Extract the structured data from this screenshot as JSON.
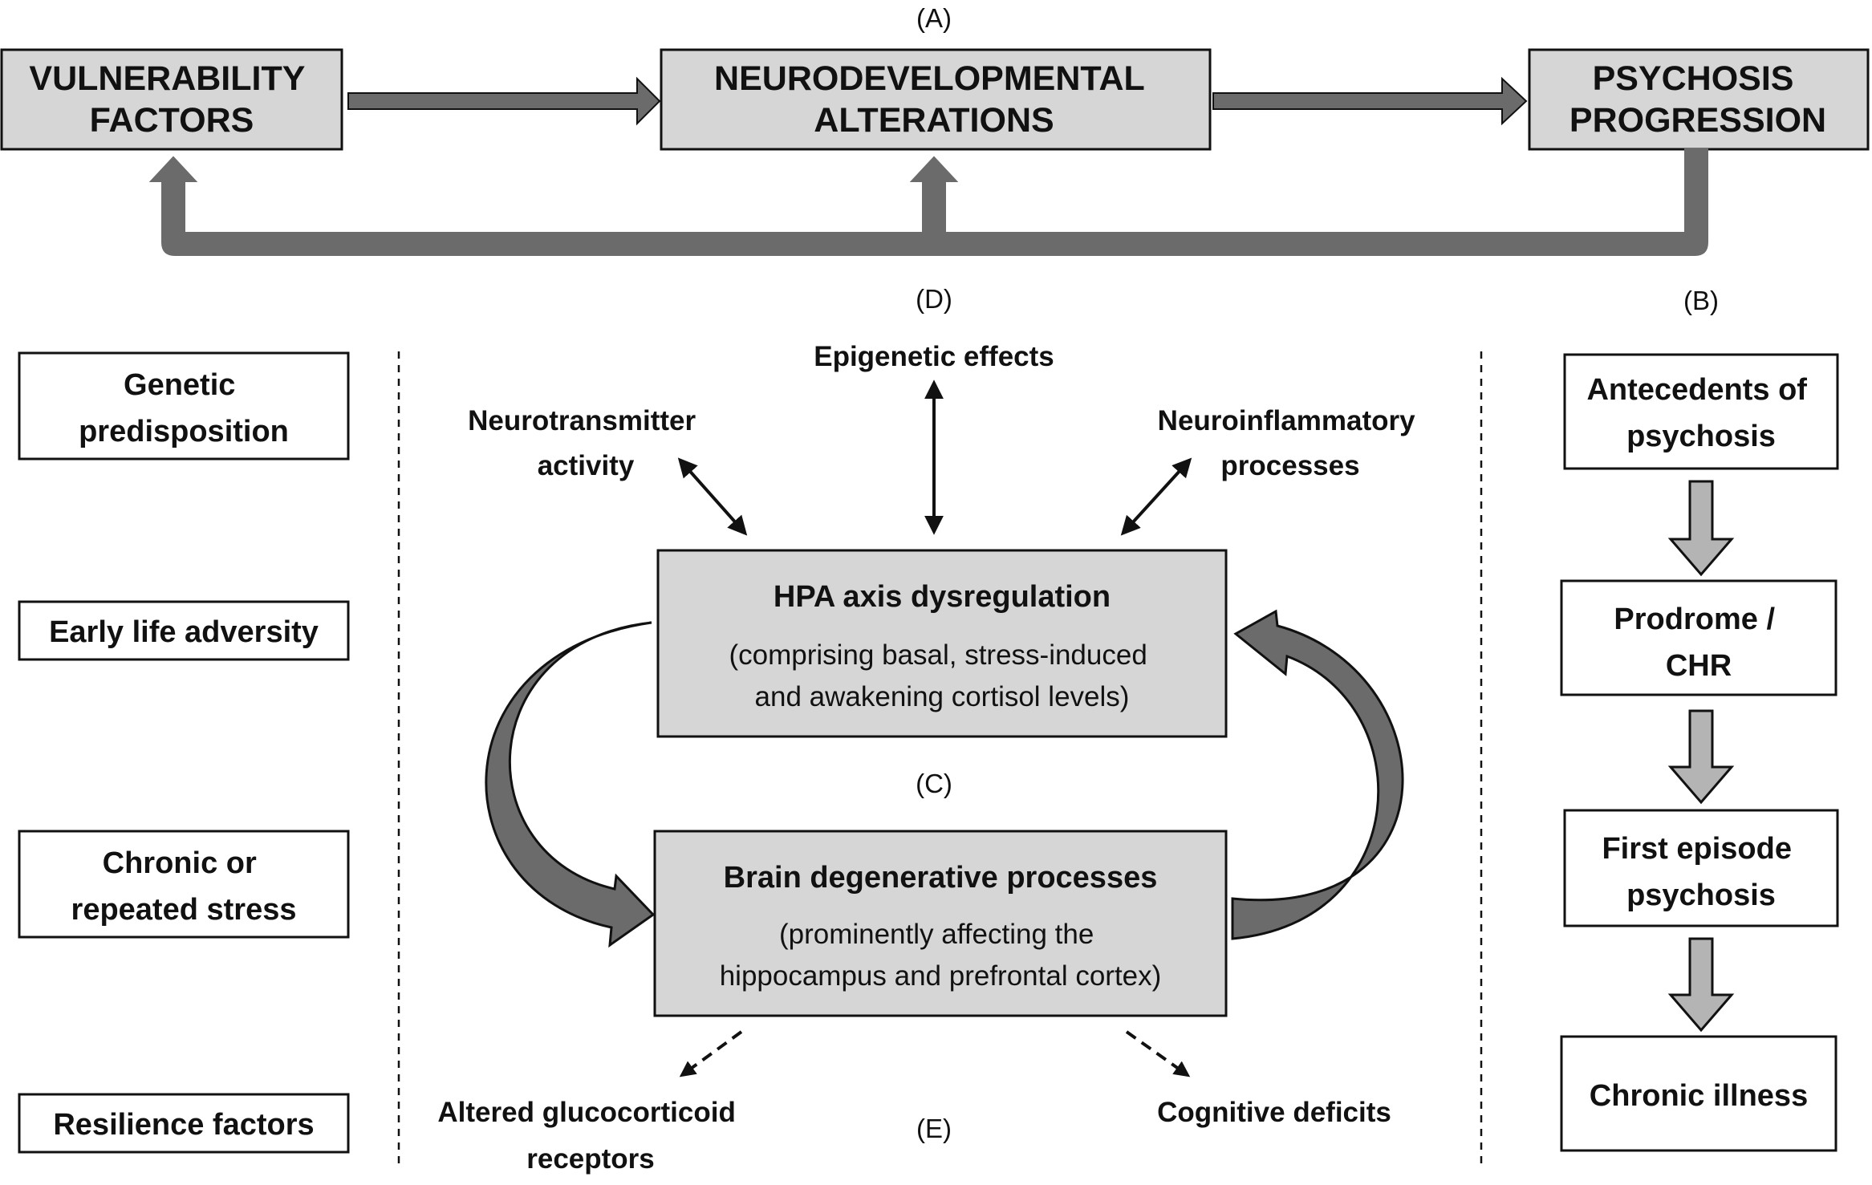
{
  "panel_labels": {
    "a": "(A)",
    "b": "(B)",
    "c": "(C)",
    "d": "(D)",
    "e": "(E)"
  },
  "top_row": {
    "vulnerability": [
      "VULNERABILITY",
      "FACTORS"
    ],
    "neurodevelopmental": [
      "NEURODEVELOPMENTAL",
      "ALTERATIONS"
    ],
    "psychosis": [
      "PSYCHOSIS",
      "PROGRESSION"
    ]
  },
  "left_column": {
    "genetic": [
      "Genetic",
      "predisposition"
    ],
    "early_life": [
      "Early life adversity"
    ],
    "stress": [
      "Chronic or",
      "repeated stress"
    ],
    "resilience": [
      "Resilience factors"
    ]
  },
  "center": {
    "epigenetic": [
      "Epigenetic effects"
    ],
    "neurotransmitter": [
      "Neurotransmitter",
      "activity"
    ],
    "neuroinflammatory": [
      "Neuroinflammatory",
      "processes"
    ],
    "hpa_title": "HPA axis dysregulation",
    "hpa_sub": [
      "(comprising basal, stress-induced",
      "and awakening cortisol levels)"
    ],
    "brain_title": "Brain degenerative processes",
    "brain_sub": [
      "(prominently affecting the",
      "hippocampus and prefrontal cortex)"
    ],
    "glucocorticoid": [
      "Altered glucocorticoid",
      "receptors"
    ],
    "cognitive": [
      "Cognitive deficits"
    ]
  },
  "right_column": {
    "antecedents": [
      "Antecedents of",
      "psychosis"
    ],
    "prodrome": [
      "Prodrome /",
      "CHR"
    ],
    "first_episode": [
      "First episode",
      "psychosis"
    ],
    "chronic": [
      "Chronic illness"
    ]
  },
  "colors": {
    "box_fill_gray": "#d6d6d6",
    "arrow_dark": "#6b6b6b",
    "arrow_light": "#b4b4b4",
    "stroke": "#111111"
  }
}
